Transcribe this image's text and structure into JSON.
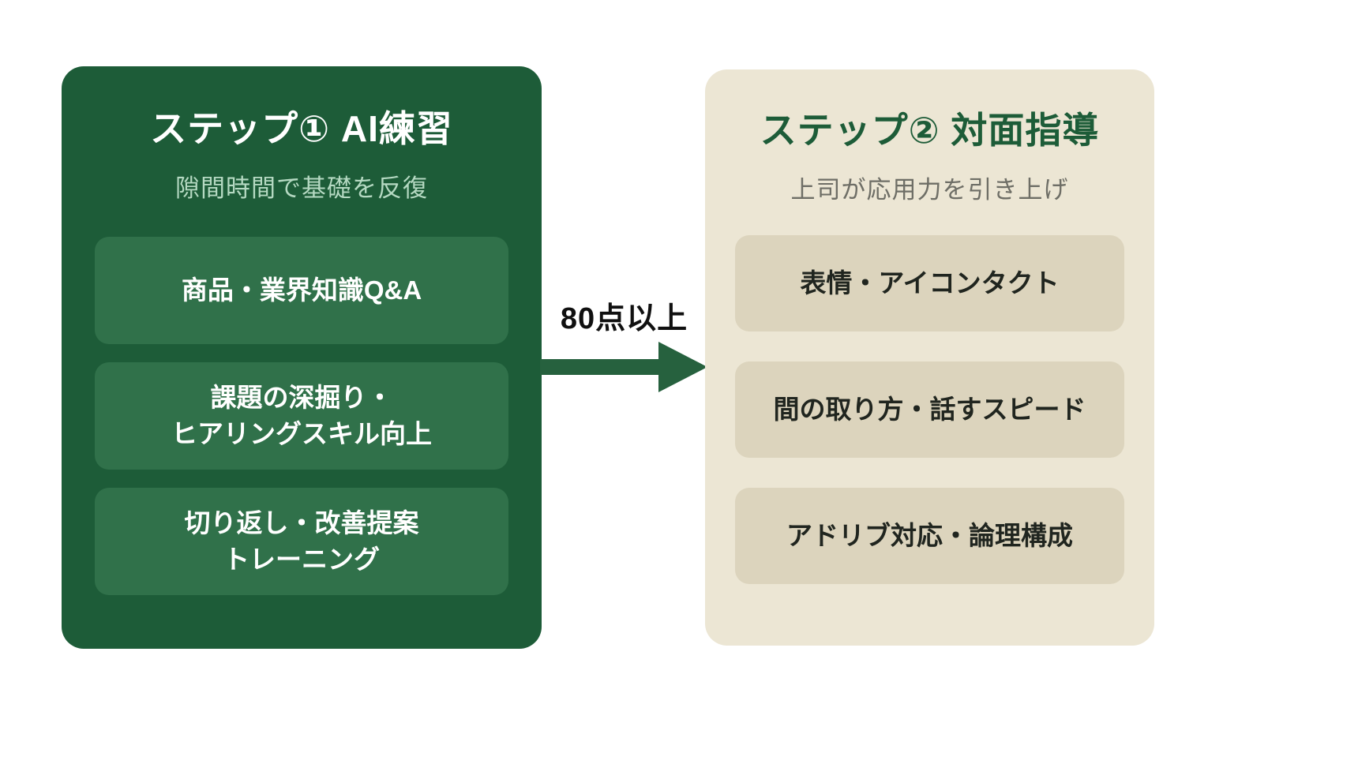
{
  "diagram": {
    "step1": {
      "title": "ステップ① AI練習",
      "subtitle": "隙間時間で基礎を反復",
      "items": [
        "商品・業界知識Q&A",
        "課題の深掘り・\nヒアリングスキル向上",
        "切り返し・改善提案\nトレーニング"
      ]
    },
    "arrow": {
      "label": "80点以上"
    },
    "step2": {
      "title": "ステップ② 対面指導",
      "subtitle": "上司が応用力を引き上げ",
      "items": [
        "表情・アイコンタクト",
        "間の取り方・話すスピード",
        "アドリブ対応・論理構成"
      ]
    },
    "colors": {
      "step1_bg": "#1d5c38",
      "step1_item_bg": "#30714a",
      "step1_subtitle": "#b5d9c2",
      "step2_bg": "#ece6d4",
      "step2_item_bg": "#dcd4bd",
      "step2_title": "#1d5c38",
      "step2_subtitle": "#6e6e66",
      "item_text_dark": "#20251f",
      "arrow": "#26613e",
      "arrow_label": "#101010",
      "page_bg": "#ffffff"
    }
  }
}
